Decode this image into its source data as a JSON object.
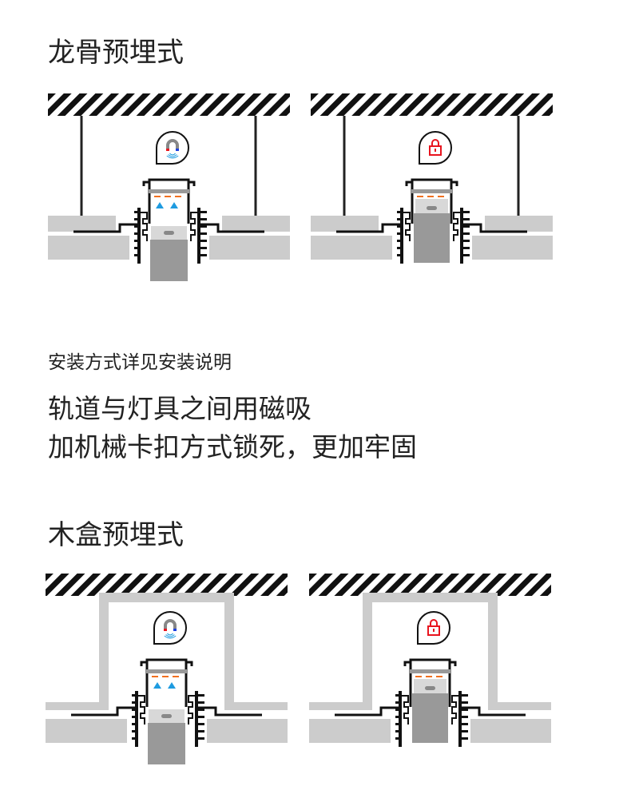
{
  "section1": {
    "title": "龙骨预埋式",
    "panels": [
      {
        "state": "magnet",
        "icon": "magnet-icon"
      },
      {
        "state": "locked",
        "icon": "lock-icon"
      }
    ]
  },
  "note": "安装方式详见安装说明",
  "description": [
    "轨道与灯具之间用磁吸",
    "加机械卡扣方式锁死，更加牢固"
  ],
  "section2": {
    "title": "木盒预埋式",
    "panels": [
      {
        "state": "magnet",
        "icon": "magnet-icon"
      },
      {
        "state": "locked",
        "icon": "lock-icon"
      }
    ]
  },
  "colors": {
    "lock": "#e8141e",
    "magnet_red": "#e8141e",
    "magnet_blue": "#1a3fe0",
    "led": "#1e9be0",
    "orange": "#f07020",
    "board": "#cccccc",
    "lamp": "#999999"
  }
}
